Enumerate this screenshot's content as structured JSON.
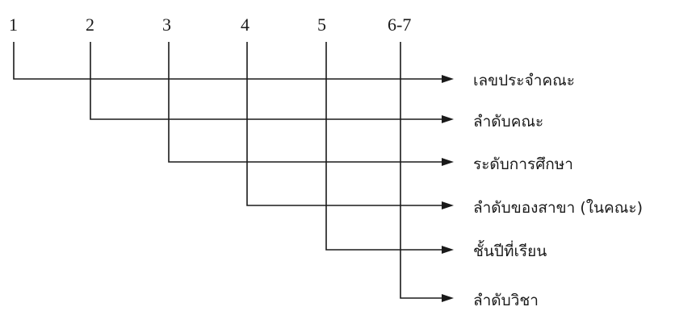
{
  "diagram": {
    "positions": [
      {
        "digit": "1",
        "label": "เลขประจำคณะ"
      },
      {
        "digit": "2",
        "label": "ลำดับคณะ"
      },
      {
        "digit": "3",
        "label": "ระดับการศึกษา"
      },
      {
        "digit": "4",
        "label": "ลำดับของสาขา (ในคณะ)"
      },
      {
        "digit": "5",
        "label": "ชั้นปีที่เรียน"
      },
      {
        "digit": "6-7",
        "label": "ลำดับวิชา"
      }
    ]
  }
}
